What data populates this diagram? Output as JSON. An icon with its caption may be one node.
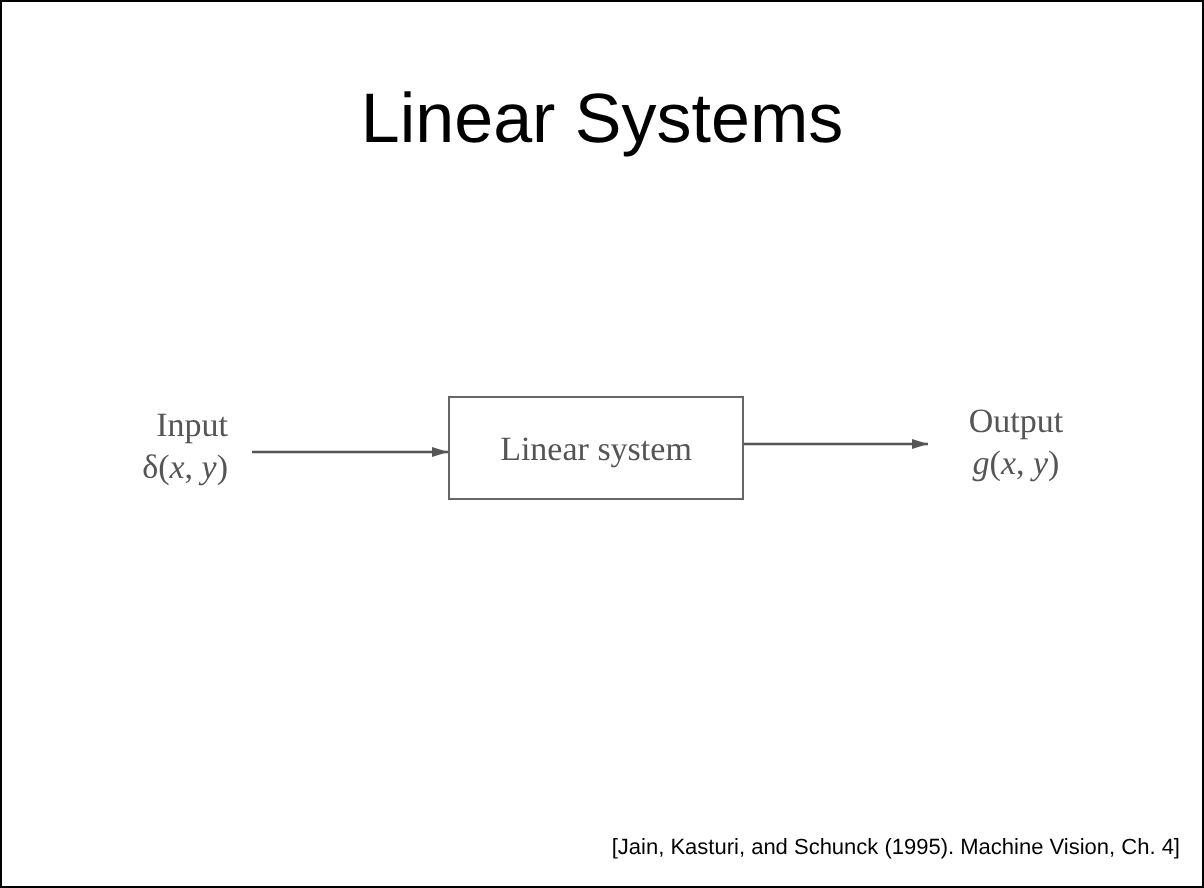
{
  "diagram": {
    "title": "Linear Systems",
    "nodes": [
      {
        "text": [
          "Input",
          "δ(*x*, *y*)"
        ]
      },
      {
        "text": [
          "Linear system"
        ]
      },
      {
        "text": [
          "Output",
          "*g*(*x*, *y*)"
        ]
      }
    ],
    "edges": [
      {
        "from": 0,
        "to": 1,
        "arrow": "to"
      },
      {
        "from": 1,
        "to": 2,
        "arrow": "to"
      }
    ],
    "labels": [
      "[Jain, Kasturi, and Schunck (1995). Machine Vision, Ch. 4]"
    ]
  }
}
